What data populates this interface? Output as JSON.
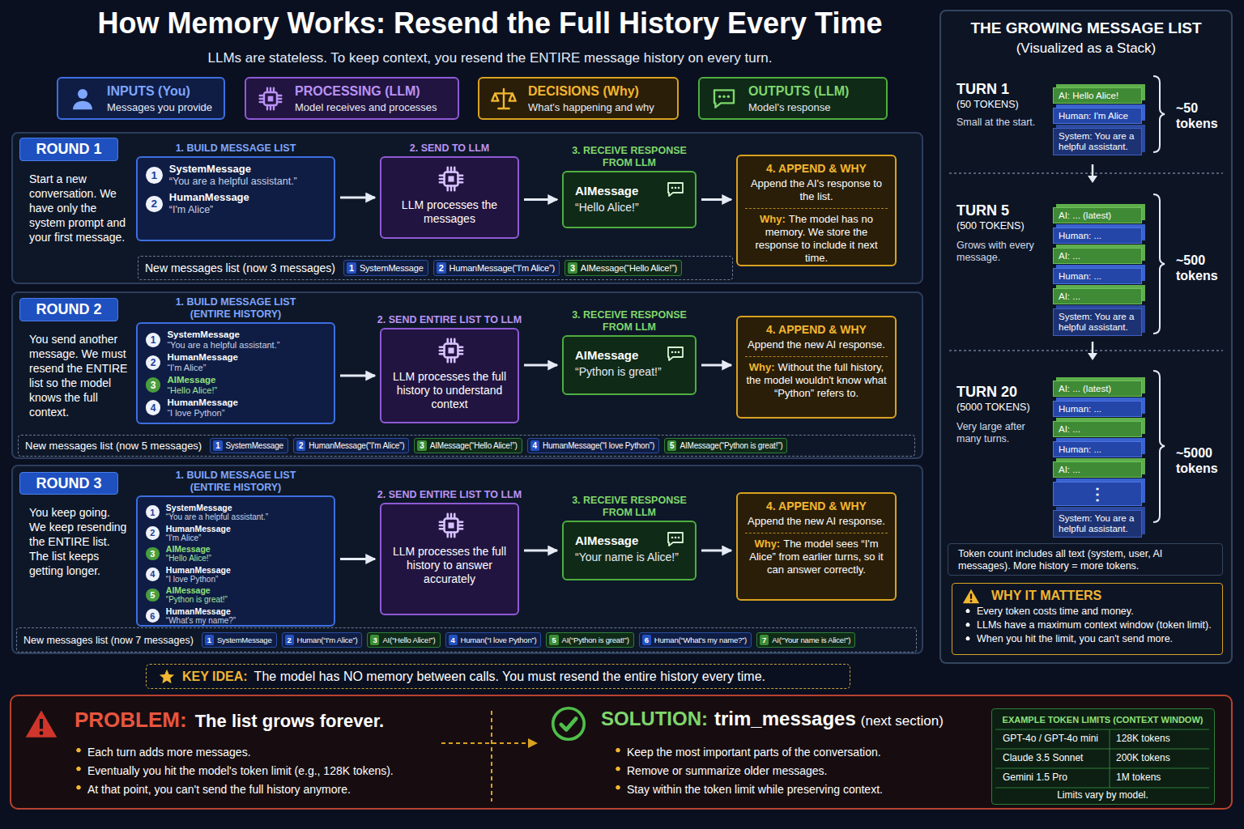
{
  "diagram": {
    "title": "How Memory Works: Resend the Full History Every Time",
    "nodes": [
      {
        "text": [
          "INPUTS (You)",
          "Messages you provide"
        ]
      },
      {
        "text": [
          "PROCESSING (LLM)",
          "Model receives and processes"
        ]
      },
      {
        "text": [
          "DECISIONS (Why)",
          "What's happening and why"
        ]
      },
      {
        "text": [
          "OUTPUTS (LLM)",
          "Model's response"
        ]
      },
      {
        "text": [
          "Start a new conversation. We have only the system prompt and your first message."
        ]
      },
      {
        "text": [
          "ROUND 1"
        ],
        "in": 4
      },
      {
        "text": [
          "1. BUILD MESSAGE LIST",
          "1",
          "SystemMessage",
          "“You are a helpful assistant.”",
          "2",
          "HumanMessage",
          "“I'm Alice”"
        ],
        "in": 4
      },
      {
        "text": [
          "2. SEND TO LLM",
          "LLM processes the messages"
        ],
        "in": 4
      },
      {
        "text": [
          "3. RECEIVE RESPONSE FROM LLM",
          "AIMessage",
          "“Hello Alice!”"
        ],
        "in": 4
      },
      {
        "text": [
          "4. APPEND & WHY",
          "Append the AI's response to the list.",
          "Why:",
          "The model has no memory. We store the response to include it next time."
        ],
        "in": 4
      },
      {
        "text": [
          "New messages list (now 3 messages)"
        ],
        "in": 4
      },
      {
        "text": [
          "1",
          "SystemMessage"
        ],
        "in": 10
      },
      {
        "text": [
          "2",
          "HumanMessage(“I'm Alice”)"
        ],
        "in": 10
      },
      {
        "text": [
          "3",
          "AIMessage(“Hello Alice!”)"
        ],
        "in": 10
      },
      {
        "text": [
          "You send another message. We must resend the ENTIRE list so the model knows the full context."
        ]
      },
      {
        "text": [
          "ROUND 2"
        ],
        "in": 14
      },
      {
        "text": [
          "1. BUILD MESSAGE LIST (ENTIRE HISTORY)",
          "1",
          "SystemMessage",
          "“You are a helpful assistant.”",
          "2",
          "HumanMessage",
          "“I'm Alice”",
          "3",
          "AIMessage",
          "“Hello Alice!”",
          "4",
          "HumanMessage",
          "“I love Python”"
        ],
        "in": 14
      },
      {
        "text": [
          "2. SEND ENTIRE LIST TO LLM",
          "LLM processes the full history to understand context"
        ],
        "in": 14
      },
      {
        "text": [
          "3. RECEIVE RESPONSE FROM LLM",
          "AIMessage",
          "“Python is great!”"
        ],
        "in": 14
      },
      {
        "text": [
          "4. APPEND & WHY",
          "Append the new AI response.",
          "Why:",
          "Without the full history, the model wouldn't know what “Python” refers to."
        ],
        "in": 14
      },
      {
        "text": [
          "New messages list (now 5 messages)"
        ],
        "in": 14
      },
      {
        "text": [
          "1",
          "SystemMessage"
        ],
        "in": 20
      },
      {
        "text": [
          "2",
          "HumanMessage(“I'm Alice”)"
        ],
        "in": 20
      },
      {
        "text": [
          "3",
          "AIMessage(“Hello Alice!”)"
        ],
        "in": 20
      },
      {
        "text": [
          "4",
          "HumanMessage(“I love Python”)"
        ],
        "in": 20
      },
      {
        "text": [
          "5",
          "AIMessage(“Python is great!”)"
        ],
        "in": 20
      },
      {
        "text": [
          "You keep going. We keep resending the ENTIRE list. The list keeps getting longer."
        ]
      },
      {
        "text": [
          "ROUND 3"
        ],
        "in": 26
      },
      {
        "text": [
          "1. BUILD MESSAGE LIST (ENTIRE HISTORY)",
          "1",
          "SystemMessage",
          "“You are a helpful assistant.”",
          "2",
          "HumanMessage",
          "“I'm Alice”",
          "3",
          "AIMessage",
          "“Hello Alice!”",
          "4",
          "HumanMessage",
          "“I love Python”",
          "5",
          "AIMessage",
          "“Python is great!”",
          "6",
          "HumanMessage",
          "“What's my name?”"
        ],
        "in": 26
      },
      {
        "text": [
          "2. SEND ENTIRE LIST TO LLM",
          "LLM processes the full history to answer accurately"
        ],
        "in": 26
      },
      {
        "text": [
          "3. RECEIVE RESPONSE FROM LLM",
          "AIMessage",
          "“Your name is Alice!”"
        ],
        "in": 26
      },
      {
        "text": [
          "4. APPEND & WHY",
          "Append the new AI response.",
          "Why:",
          "The model sees “I'm Alice” from earlier turns, so it can answer correctly."
        ],
        "in": 26
      },
      {
        "text": [
          "New messages list (now 7 messages)"
        ],
        "in": 26
      },
      {
        "text": [
          "1",
          "SystemMessage"
        ],
        "in": 32
      },
      {
        "text": [
          "2",
          "Human(“I'm Alice”)"
        ],
        "in": 32
      },
      {
        "text": [
          "3",
          "AI(“Hello Alice!”)"
        ],
        "in": 32
      },
      {
        "text": [
          "4",
          "Human(“I love Python”)"
        ],
        "in": 32
      },
      {
        "text": [
          "5",
          "AI(“Python is great!”)"
        ],
        "in": 32
      },
      {
        "text": [
          "6",
          "Human(“What's my name?”)"
        ],
        "in": 32
      },
      {
        "text": [
          "7",
          "AI(“Your name is Alice!”)"
        ],
        "in": 32
      },
      {
        "text": [
          "KEY IDEA:",
          "The model has NO memory between calls. You must resend the entire history every time."
        ]
      },
      {
        "text": [
          "PROBLEM:",
          "The list grows forever.",
          "Each turn adds more messages.",
          "Eventually you hit the model's token limit (e.g., 128K tokens).",
          "At that point, you can't send the full history anymore."
        ]
      },
      {
        "text": [
          "SOLUTION:",
          "trim_messages",
          "(next section)",
          "Keep the most important parts of the conversation.",
          "Remove or summarize older messages.",
          "Stay within the token limit while preserving context."
        ],
        "in": 41
      },
      {
        "text": [
          "EXAMPLE TOKEN LIMITS (CONTEXT WINDOW)",
          "Limits vary by model."
        ],
        "in": 41
      },
      {
        "text": [
          "THE GROWING MESSAGE LIST",
          "(Visualized as a Stack)"
        ]
      },
      {
        "text": [
          "AI: Hello Alice!"
        ],
        "in": 44
      },
      {
        "text": [
          "Human: I'm Alice"
        ],
        "in": 44
      },
      {
        "text": [
          "System: You are a helpful assistant."
        ],
        "in": 44
      },
      {
        "text": [
          "AI: ... (latest)"
        ],
        "in": 44
      },
      {
        "text": [
          "Human: ..."
        ],
        "in": 44
      },
      {
        "text": [
          "AI: ..."
        ],
        "in": 44
      },
      {
        "text": [
          "Human: ..."
        ],
        "in": 44
      },
      {
        "text": [
          "AI: ..."
        ],
        "in": 44
      },
      {
        "text": [
          "System: You are a helpful assistant."
        ],
        "in": 44
      },
      {
        "text": [
          "AI: ... (latest)"
        ],
        "in": 44
      },
      {
        "text": [
          "Human: ..."
        ],
        "in": 44
      },
      {
        "text": [
          "AI: ..."
        ],
        "in": 44
      },
      {
        "text": [
          "Human: ..."
        ],
        "in": 44
      },
      {
        "text": [
          "AI: ..."
        ],
        "in": 44
      },
      {
        "text": [
          "⋮"
        ],
        "in": 44
      },
      {
        "text": [
          "System: You are a helpful assistant."
        ],
        "in": 44
      },
      {
        "text": [
          "Token count includes all text (system, user, AI messages). More history = more tokens."
        ],
        "in": 44
      },
      {
        "text": [
          "WHY IT MATTERS",
          "Every token costs time and money.",
          "LLMs have a maximum context window (token limit).",
          "When you hit the limit, you can't send more."
        ],
        "in": 44
      }
    ],
    "edges": [
      {
        "from": 6,
        "to": 7,
        "arrow": "to"
      },
      {
        "from": 7,
        "to": 8,
        "arrow": "to"
      },
      {
        "from": 8,
        "to": 9,
        "arrow": "to"
      },
      {
        "from": 16,
        "to": 17,
        "arrow": "to"
      },
      {
        "from": 17,
        "to": 18,
        "arrow": "to"
      },
      {
        "from": 18,
        "to": 19,
        "arrow": "to"
      },
      {
        "from": 28,
        "to": 29,
        "arrow": "to"
      },
      {
        "from": 29,
        "to": 30,
        "arrow": "to"
      },
      {
        "from": 30,
        "to": 31,
        "arrow": "to"
      }
    ],
    "labels": [
      "LLMs are stateless. To keep context, you resend the ENTIRE message history on every turn.",
      "TURN 1",
      "(50 TOKENS)",
      "Small at the start.",
      "~50 tokens",
      "TURN 5",
      "(500 TOKENS)",
      "Grows with every message.",
      "~500 tokens",
      "TURN 20",
      "(5000 TOKENS)",
      "Very large after many turns.",
      "~5000 tokens",
      "GPT-4o / GPT-4o mini",
      "128K tokens",
      "Claude 3.5 Sonnet",
      "200K tokens",
      "Gemini 1.5 Pro",
      "1M tokens"
    ]
  }
}
